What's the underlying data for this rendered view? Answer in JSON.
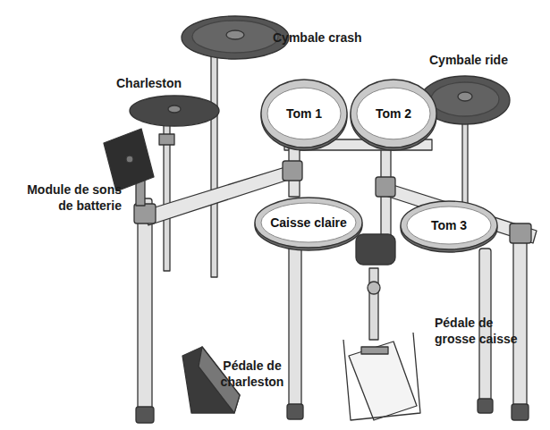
{
  "diagram": {
    "nodes": [
      {
        "text": [
          "Tom 1"
        ]
      },
      {
        "text": [
          "Tom 2"
        ]
      },
      {
        "text": [
          "Caisse claire"
        ]
      },
      {
        "text": [
          "Tom 3"
        ]
      }
    ],
    "labels": [
      "Cymbale crash",
      "Cymbale ride",
      "Charleston",
      "Module de sons de batterie",
      "Pédale de grosse caisse",
      "Pédale de charleston"
    ]
  }
}
